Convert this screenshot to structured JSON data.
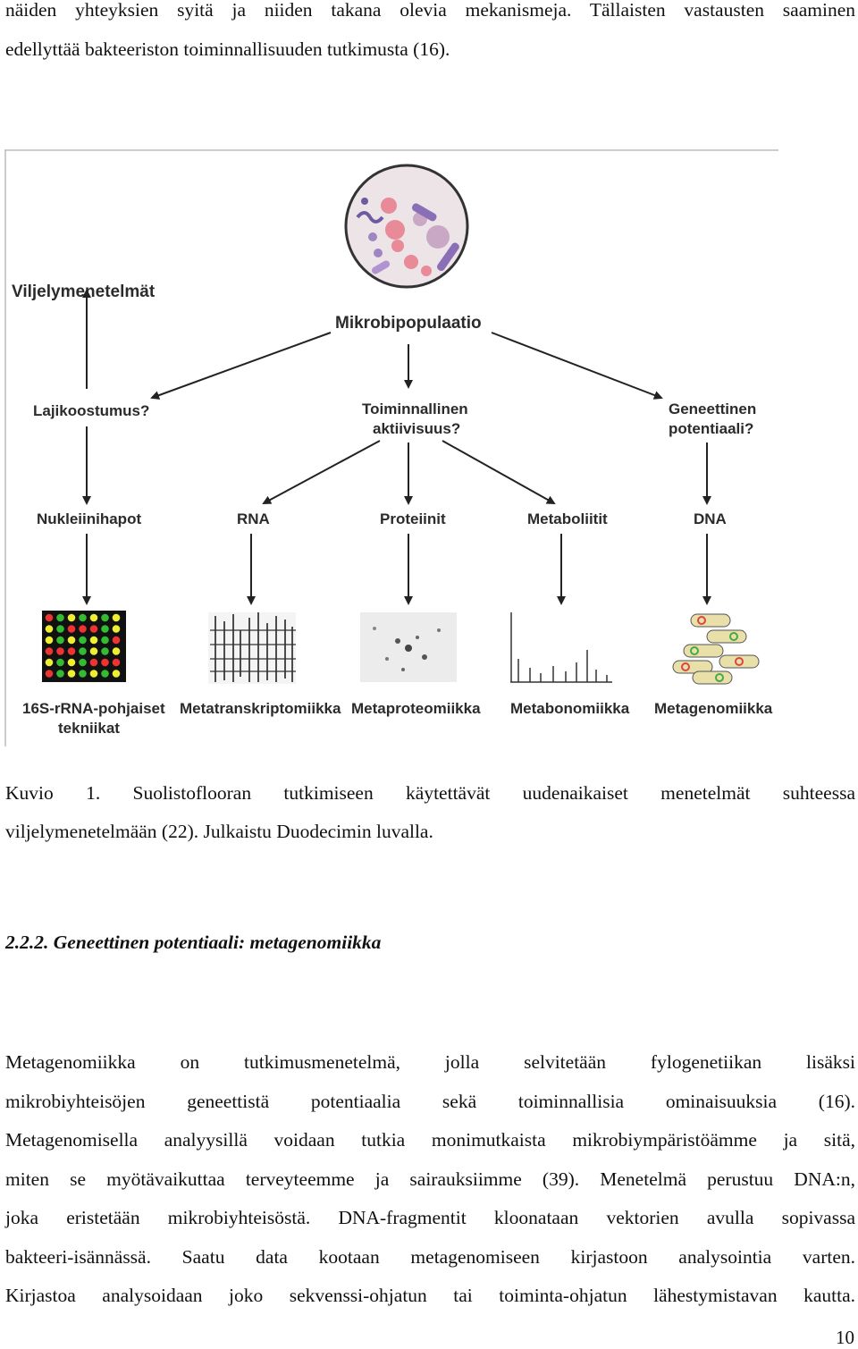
{
  "intro_lines": [
    "näiden yhteyksien syitä ja niiden takana olevia mekanismeja. Tällaisten vastausten saaminen",
    "edellyttää bakteeriston toiminnallisuuden tutkimusta (16)."
  ],
  "figure": {
    "culture_methods": "Viljelymenetelmät",
    "population": "Mikrobipopulaatio",
    "q_species_composition": "Lajikoostumus?",
    "q_functional_activity_1": "Toiminnallinen",
    "q_functional_activity_2": "aktiivisuus?",
    "q_genetic_potential_1": "Geneettinen",
    "q_genetic_potential_2": "potentiaali?",
    "targets": [
      "Nukleiinihapot",
      "RNA",
      "Proteiinit",
      "Metaboliitit",
      "DNA"
    ],
    "techniques": [
      "16S-rRNA-pohjaiset",
      "Metatranskriptomiikka",
      "Metaproteomiikka",
      "Metabonomiikka",
      "Metagenomiikka"
    ],
    "technique_16s_line2": "tekniikat"
  },
  "caption_lines": [
    "Kuvio 1. Suolistoflooran tutkimiseen käytettävät uudenaikaiset menetelmät suhteessa",
    "viljelymenetelmään (22). Julkaistu Duodecimin luvalla."
  ],
  "section_heading": "2.2.2. Geneettinen potentiaali: metagenomiikka",
  "body_lines": [
    "Metagenomiikka on tutkimusmenetelmä, jolla selvitetään fylogenetiikan lisäksi",
    "mikrobiyhteisöjen geneettistä potentiaalia sekä toiminnallisia ominaisuuksia (16).",
    "Metagenomisella analyysillä voidaan tutkia monimutkaista mikrobiympäristöämme ja sitä,",
    "miten se myötävaikuttaa terveyteemme ja sairauksiimme (39). Menetelmä perustuu DNA:n,",
    "joka eristetään mikrobiyhteisöstä. DNA-fragmentit kloonataan vektorien avulla sopivassa",
    "bakteeri-isännässä. Saatu data kootaan metagenomiseen kirjastoon analysointia varten.",
    "Kirjastoa analysoidaan joko sekvenssi-ohjatun tai toiminta-ohjatun lähestymistavan kautta."
  ],
  "page_number": "10"
}
